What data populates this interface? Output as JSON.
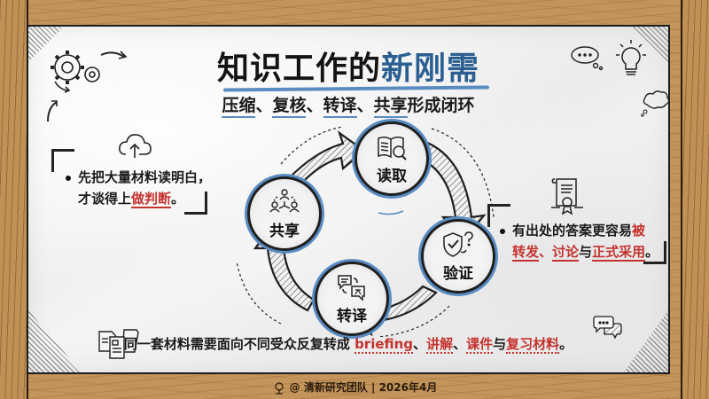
{
  "title": {
    "main": "知识工作的",
    "accent": "新刚需"
  },
  "subtitle": {
    "parts": [
      "压缩",
      "、",
      "复核",
      "、",
      "转译",
      "、",
      "共享",
      "形成闭环"
    ]
  },
  "left_note": {
    "line1": "先把大量材料读明白，",
    "line2_plain": "才谈得上",
    "line2_emph": "做判断",
    "line2_end": "。",
    "icon": "cloud-upload-icon"
  },
  "right_note": {
    "line1_plain": "有出处的答案更容易",
    "line1_emph": "被",
    "line2_emph1": "转发",
    "line2_sep1": "、",
    "line2_emph2": "讨论",
    "line2_mid": "与",
    "line2_emph3": "正式采用",
    "line2_end": "。",
    "icon": "certificate-scroll-icon"
  },
  "cycle": {
    "nodes": [
      {
        "label": "读取",
        "icon": "book-magnifier-icon"
      },
      {
        "label": "验证",
        "icon": "shield-check-icon"
      },
      {
        "label": "转译",
        "icon": "translate-bubbles-icon"
      },
      {
        "label": "共享",
        "icon": "people-network-icon"
      }
    ],
    "accent_color": "#5a8cc2"
  },
  "bottom": {
    "plain": "同一套材料需要面向不同受众反复转成 ",
    "emph1": "briefing",
    "sep1": "、",
    "emph2": "讲解",
    "sep2": "、",
    "emph3": "课件",
    "mid": "与",
    "emph4": "复习材料",
    "end": "。",
    "icon": "documents-icon"
  },
  "footer": {
    "text": "@ 清新研究团队 | 2026年4月",
    "icon": "tree-icon"
  },
  "colors": {
    "title_accent": "#2b5f91",
    "underline_blue": "#5a8cc2",
    "emphasis_red": "#c4332e",
    "frame_wood": "#c4955a"
  }
}
